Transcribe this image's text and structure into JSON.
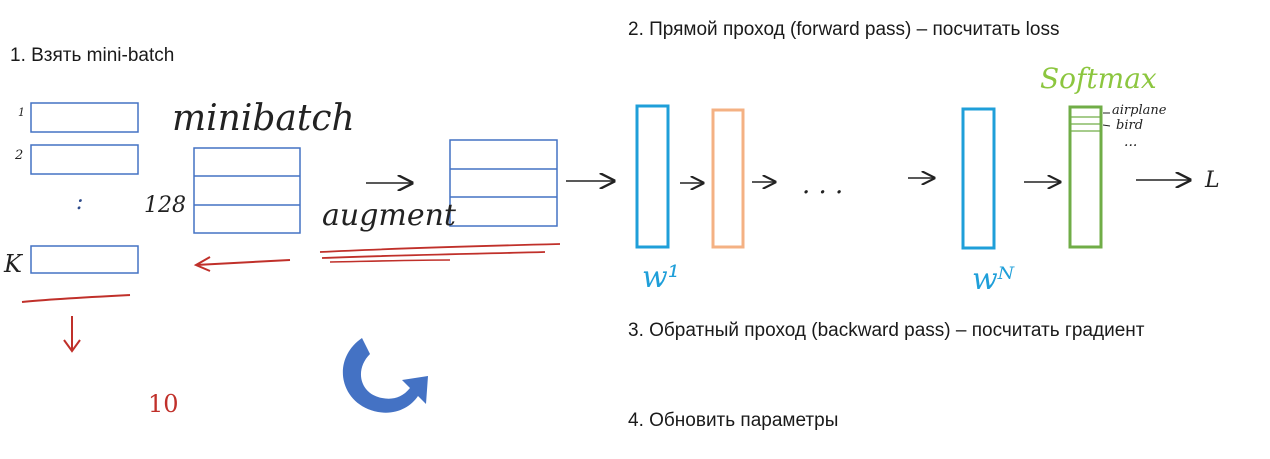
{
  "steps": {
    "step1": "1. Взять mini-batch",
    "step2": "2. Прямой проход (forward pass) – посчитать loss",
    "step3": "3. Обратный проход (backward pass) – посчитать градиент",
    "step4": "4. Обновить параметры"
  },
  "dataset": {
    "row_labels": [
      "1",
      "2",
      "K"
    ],
    "ellipsis": ":"
  },
  "minibatch": {
    "title": "minibatch",
    "size": "128"
  },
  "augment": {
    "label": "augment"
  },
  "network": {
    "ellipsis": "· · ·",
    "weight_first": "w¹",
    "weight_last": "wᴺ",
    "softmax_label": "Softmax",
    "class_labels": [
      "airplane",
      "bird",
      "..."
    ],
    "loss_label": "L"
  },
  "annotations": {
    "count": "10"
  },
  "colors": {
    "box_blue": "#4472c4",
    "layer_blue": "#1f9fd9",
    "layer_orange": "#f4b183",
    "layer_green": "#70ad47",
    "softmax_text": "#8cc63f",
    "red_ink": "#c0302a",
    "cycle_arrow": "#4472c4"
  }
}
